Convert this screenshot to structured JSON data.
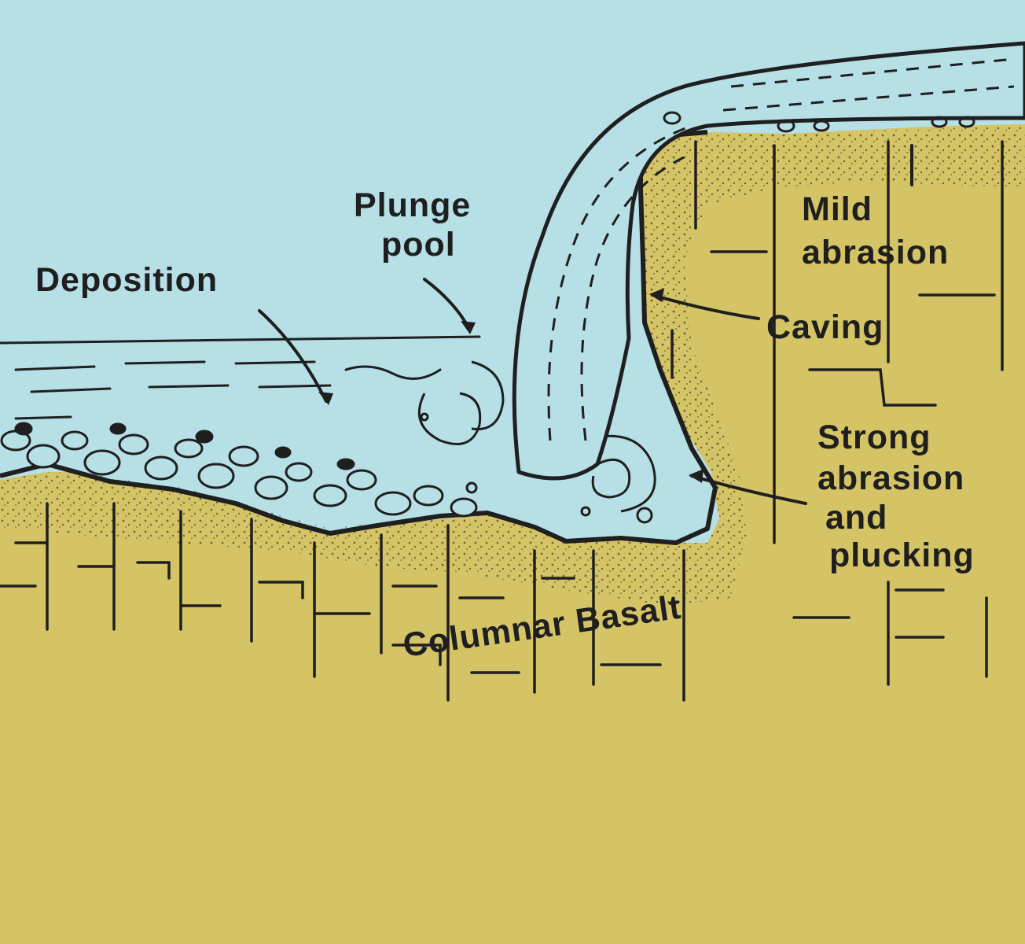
{
  "colors": {
    "water": "#b7dfe6",
    "rock": "#d5c466",
    "ink": "#1f1f1f"
  },
  "labels": {
    "plunge_line1": "Plunge",
    "plunge_line2": "pool",
    "deposition": "Deposition",
    "mild_line1": "Mild",
    "mild_line2": "abrasion",
    "caving": "Caving",
    "strong_line1": "Strong",
    "strong_line2": "abrasion",
    "strong_line3": "and",
    "strong_line4": "plucking",
    "basalt": "Columnar Basalt"
  }
}
